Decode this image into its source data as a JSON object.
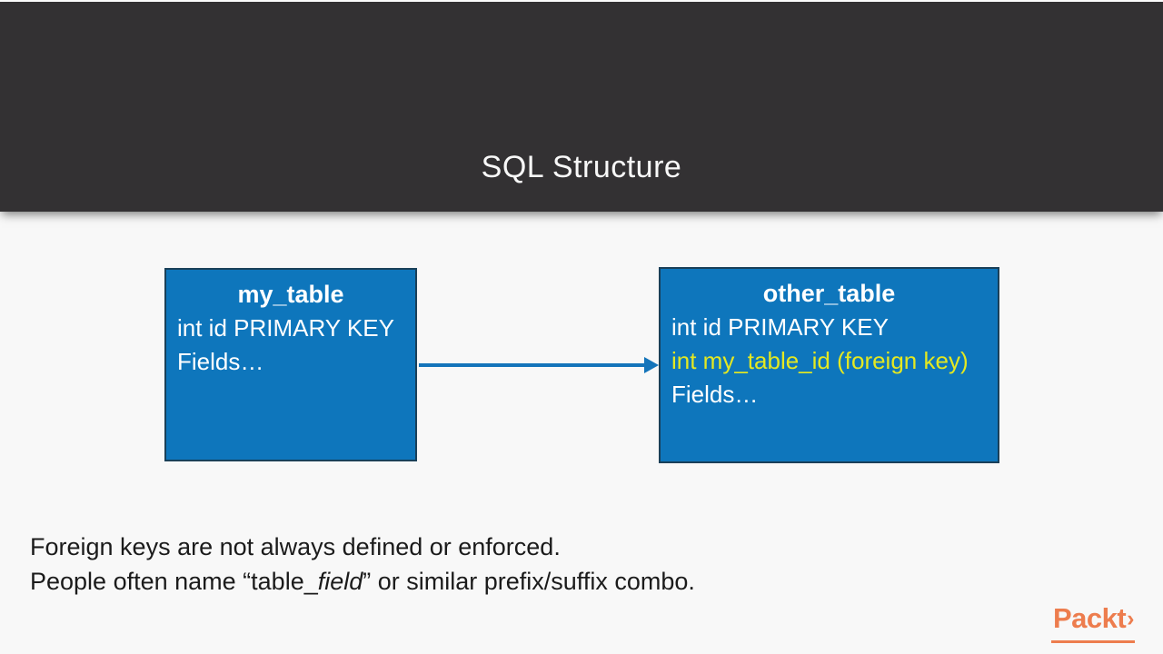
{
  "slide": {
    "title": "SQL Structure"
  },
  "diagram": {
    "tables": [
      {
        "name": "my_table",
        "rows": [
          {
            "text": "int id PRIMARY KEY",
            "highlight": false
          },
          {
            "text": "Fields…",
            "highlight": false
          }
        ]
      },
      {
        "name": "other_table",
        "rows": [
          {
            "text": "int id PRIMARY KEY",
            "highlight": false
          },
          {
            "text": "int my_table_id (foreign key)",
            "highlight": true
          },
          {
            "text": "Fields…",
            "highlight": false
          }
        ]
      }
    ],
    "arrow": {
      "from": "my_table",
      "to": "other_table"
    }
  },
  "notes": {
    "line1": "Foreign keys are not always defined or enforced.",
    "line2_prefix": "People often name “table_",
    "line2_italic": "field",
    "line2_suffix": "” or similar prefix/suffix combo."
  },
  "logo": {
    "text": "Packt",
    "chevron": "›"
  },
  "colors": {
    "header_bg": "#333133",
    "box_fill": "#0e76bc",
    "box_border": "#1a4059",
    "arrow": "#1474ba",
    "highlight_text": "#e4e821",
    "logo_orange": "#ed7d4e",
    "background": "#f8f8f8",
    "title_text": "#f8f8f8",
    "box_text": "#ffffff",
    "notes_text": "#1b1b1b"
  }
}
